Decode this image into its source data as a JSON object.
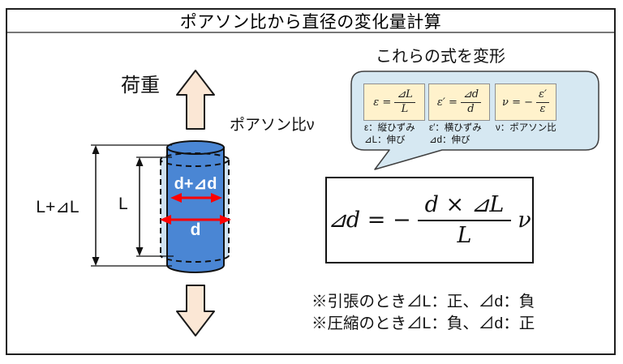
{
  "title": "ポアソン比から直径の変化量計算",
  "diagram": {
    "load_label": "荷重",
    "poisson_label": "ポアソン比ν",
    "outer_length_label": "L+⊿L",
    "inner_length_label": "L",
    "changed_diameter_label": "d+⊿d",
    "original_diameter_label": "d"
  },
  "derivation": {
    "heading": "これらの式を変形",
    "formulas": [
      {
        "lhs": "ε =",
        "num": "⊿L",
        "den": "L",
        "captions": [
          "ε：縦ひずみ",
          "⊿L：伸び"
        ]
      },
      {
        "lhs": "ε′ =",
        "num": "⊿d",
        "den": "d",
        "captions": [
          "ε′：横ひずみ",
          "⊿d：伸び"
        ]
      },
      {
        "lhs": "ν = −",
        "num": "ε′",
        "den": "ε",
        "captions": [
          "ν：ポアソン比"
        ]
      }
    ]
  },
  "result": {
    "lhs": "⊿d = −",
    "num": "d × ⊿L",
    "den": "L",
    "suffix": "ν"
  },
  "notes": [
    "※引張のとき⊿L：正、⊿d：負",
    "※圧縮のとき⊿L：負、⊿d：正"
  ],
  "colors": {
    "cylinder_blue": "#4a86d4",
    "original_cylinder_light_blue": "#cfe2f3",
    "block_arrow_cream": "#fbe7d5",
    "bubble_light_blue": "#d6e8f2",
    "formula_card_yellow": "#fff2cc",
    "diameter_arrow_red": "#ff0000",
    "border_black": "#1f1f1f"
  }
}
